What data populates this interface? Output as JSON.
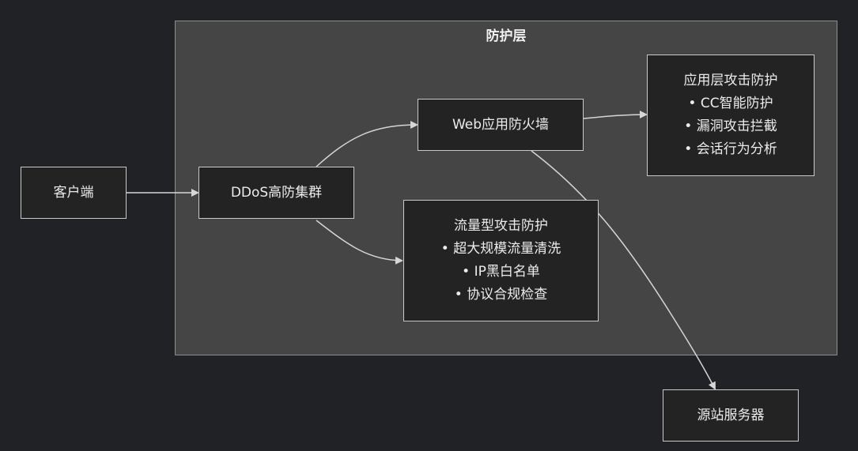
{
  "diagram": {
    "cluster_title": "防护层",
    "colors": {
      "background": "#212226",
      "cluster_fill": "#444544",
      "node_fill": "#222322",
      "edge": "#d6d6d6",
      "text": "#ececec"
    },
    "nodes": {
      "client": {
        "label": "客户端"
      },
      "ddos": {
        "label": "DDoS高防集群"
      },
      "waf": {
        "label": "Web应用防火墙"
      },
      "app_protect": {
        "title": "应用层攻击防护",
        "items": [
          "• CC智能防护",
          "• 漏洞攻击拦截",
          "• 会话行为分析"
        ]
      },
      "flow_protect": {
        "title": "流量型攻击防护",
        "items": [
          "• 超大规模流量清洗",
          "• IP黑白名单",
          "• 协议合规检查"
        ]
      },
      "origin": {
        "label": "源站服务器"
      }
    },
    "edges": [
      {
        "from": "client",
        "to": "ddos"
      },
      {
        "from": "ddos",
        "to": "waf"
      },
      {
        "from": "ddos",
        "to": "flow_protect"
      },
      {
        "from": "waf",
        "to": "app_protect"
      },
      {
        "from": "waf",
        "to": "origin"
      }
    ]
  }
}
